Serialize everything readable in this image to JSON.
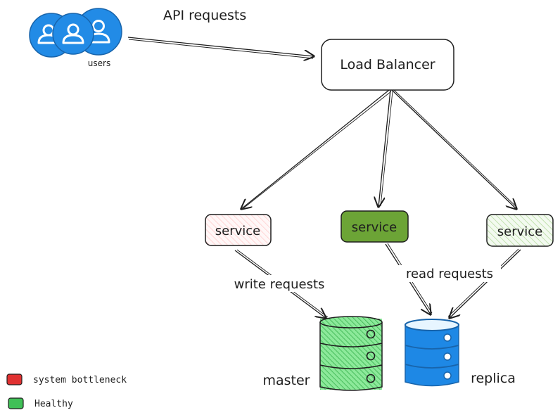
{
  "users": {
    "label": "users"
  },
  "api_label": "API requests",
  "load_balancer": {
    "label": "Load Balancer"
  },
  "services": [
    {
      "label": "service",
      "status": "system bottleneck"
    },
    {
      "label": "service",
      "status": "active"
    },
    {
      "label": "service",
      "status": "Healthy"
    }
  ],
  "write_label": "write requests",
  "read_label": "read requests",
  "databases": {
    "master": {
      "label": "master"
    },
    "replica": {
      "label": "replica"
    }
  },
  "legend": [
    {
      "label": "system bottleneck",
      "color": "#e03131"
    },
    {
      "label": "Healthy",
      "color": "#40c057"
    }
  ],
  "colors": {
    "users_blue": "#228be6",
    "active_service": "#6ca436",
    "master_fill": "#40c057",
    "replica_fill": "#1e88e5"
  }
}
